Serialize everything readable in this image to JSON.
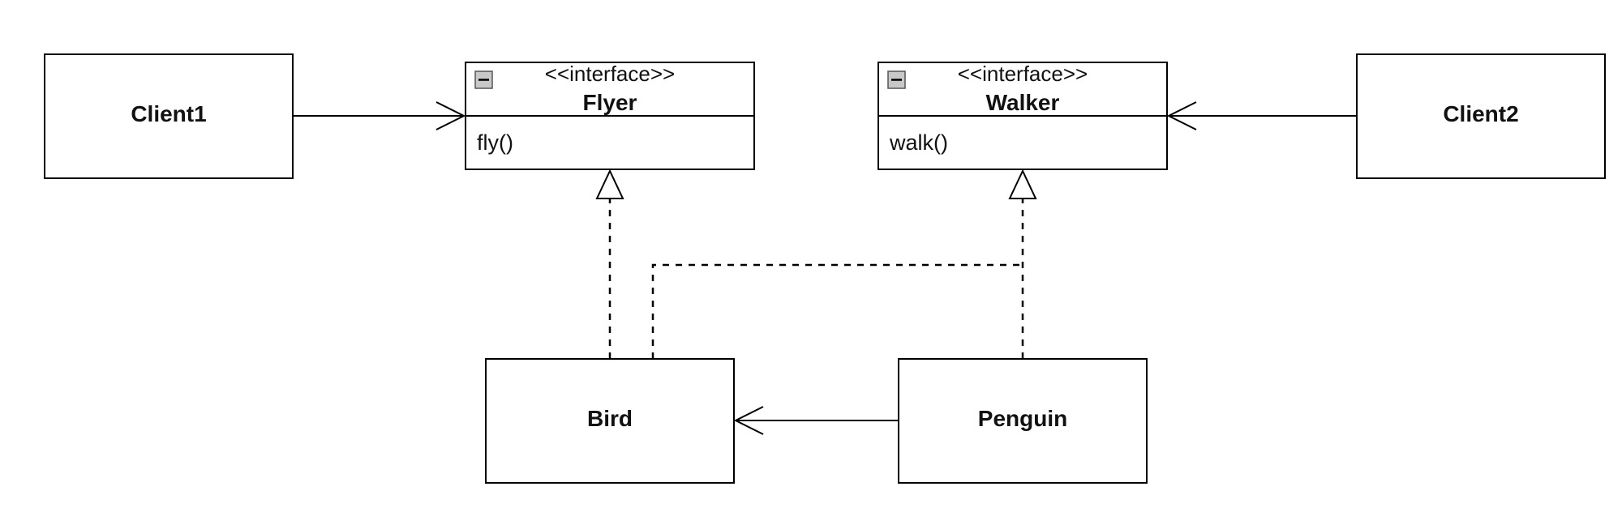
{
  "classes": {
    "client1": {
      "name": "Client1"
    },
    "client2": {
      "name": "Client2"
    },
    "bird": {
      "name": "Bird"
    },
    "penguin": {
      "name": "Penguin"
    }
  },
  "interfaces": {
    "flyer": {
      "stereotype": "<<interface>>",
      "name": "Flyer",
      "methods": [
        "fly()"
      ]
    },
    "walker": {
      "stereotype": "<<interface>>",
      "name": "Walker",
      "methods": [
        "walk()"
      ]
    }
  },
  "relationships": [
    {
      "from": "Client1",
      "to": "Flyer",
      "kind": "association"
    },
    {
      "from": "Client2",
      "to": "Walker",
      "kind": "association"
    },
    {
      "from": "Bird",
      "to": "Flyer",
      "kind": "realization"
    },
    {
      "from": "Bird",
      "to": "Walker",
      "kind": "realization"
    },
    {
      "from": "Penguin",
      "to": "Walker",
      "kind": "realization"
    },
    {
      "from": "Penguin",
      "to": "Bird",
      "kind": "association"
    }
  ],
  "colors": {
    "stroke": "#000000",
    "collapse_icon": "#c8c8c8"
  },
  "icons": {
    "collapse": "collapse-minus-icon"
  }
}
